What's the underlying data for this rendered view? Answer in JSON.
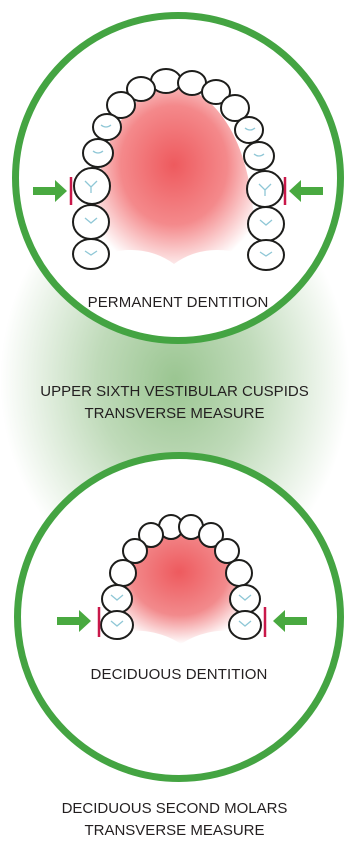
{
  "top_panel": {
    "label": "PERMANENT DENTITION",
    "caption_line1": "UPPER SIXTH VESTIBULAR CUSPIDS",
    "caption_line2": "TRANSVERSE MEASURE"
  },
  "bottom_panel": {
    "label": "DECIDUOUS DENTITION",
    "caption_line1": "DECIDUOUS SECOND MOLARS",
    "caption_line2": "TRANSVERSE MEASURE"
  },
  "colors": {
    "ring_green": "#44a442",
    "arrow_green": "#49a940",
    "palate_red": "#ee5a5e",
    "tooth_fill": "#ffffff",
    "tooth_outline": "#1d1d1b",
    "measure_mark": "#c9184a"
  },
  "icons": [
    "left-arrow-icon",
    "right-arrow-icon"
  ]
}
